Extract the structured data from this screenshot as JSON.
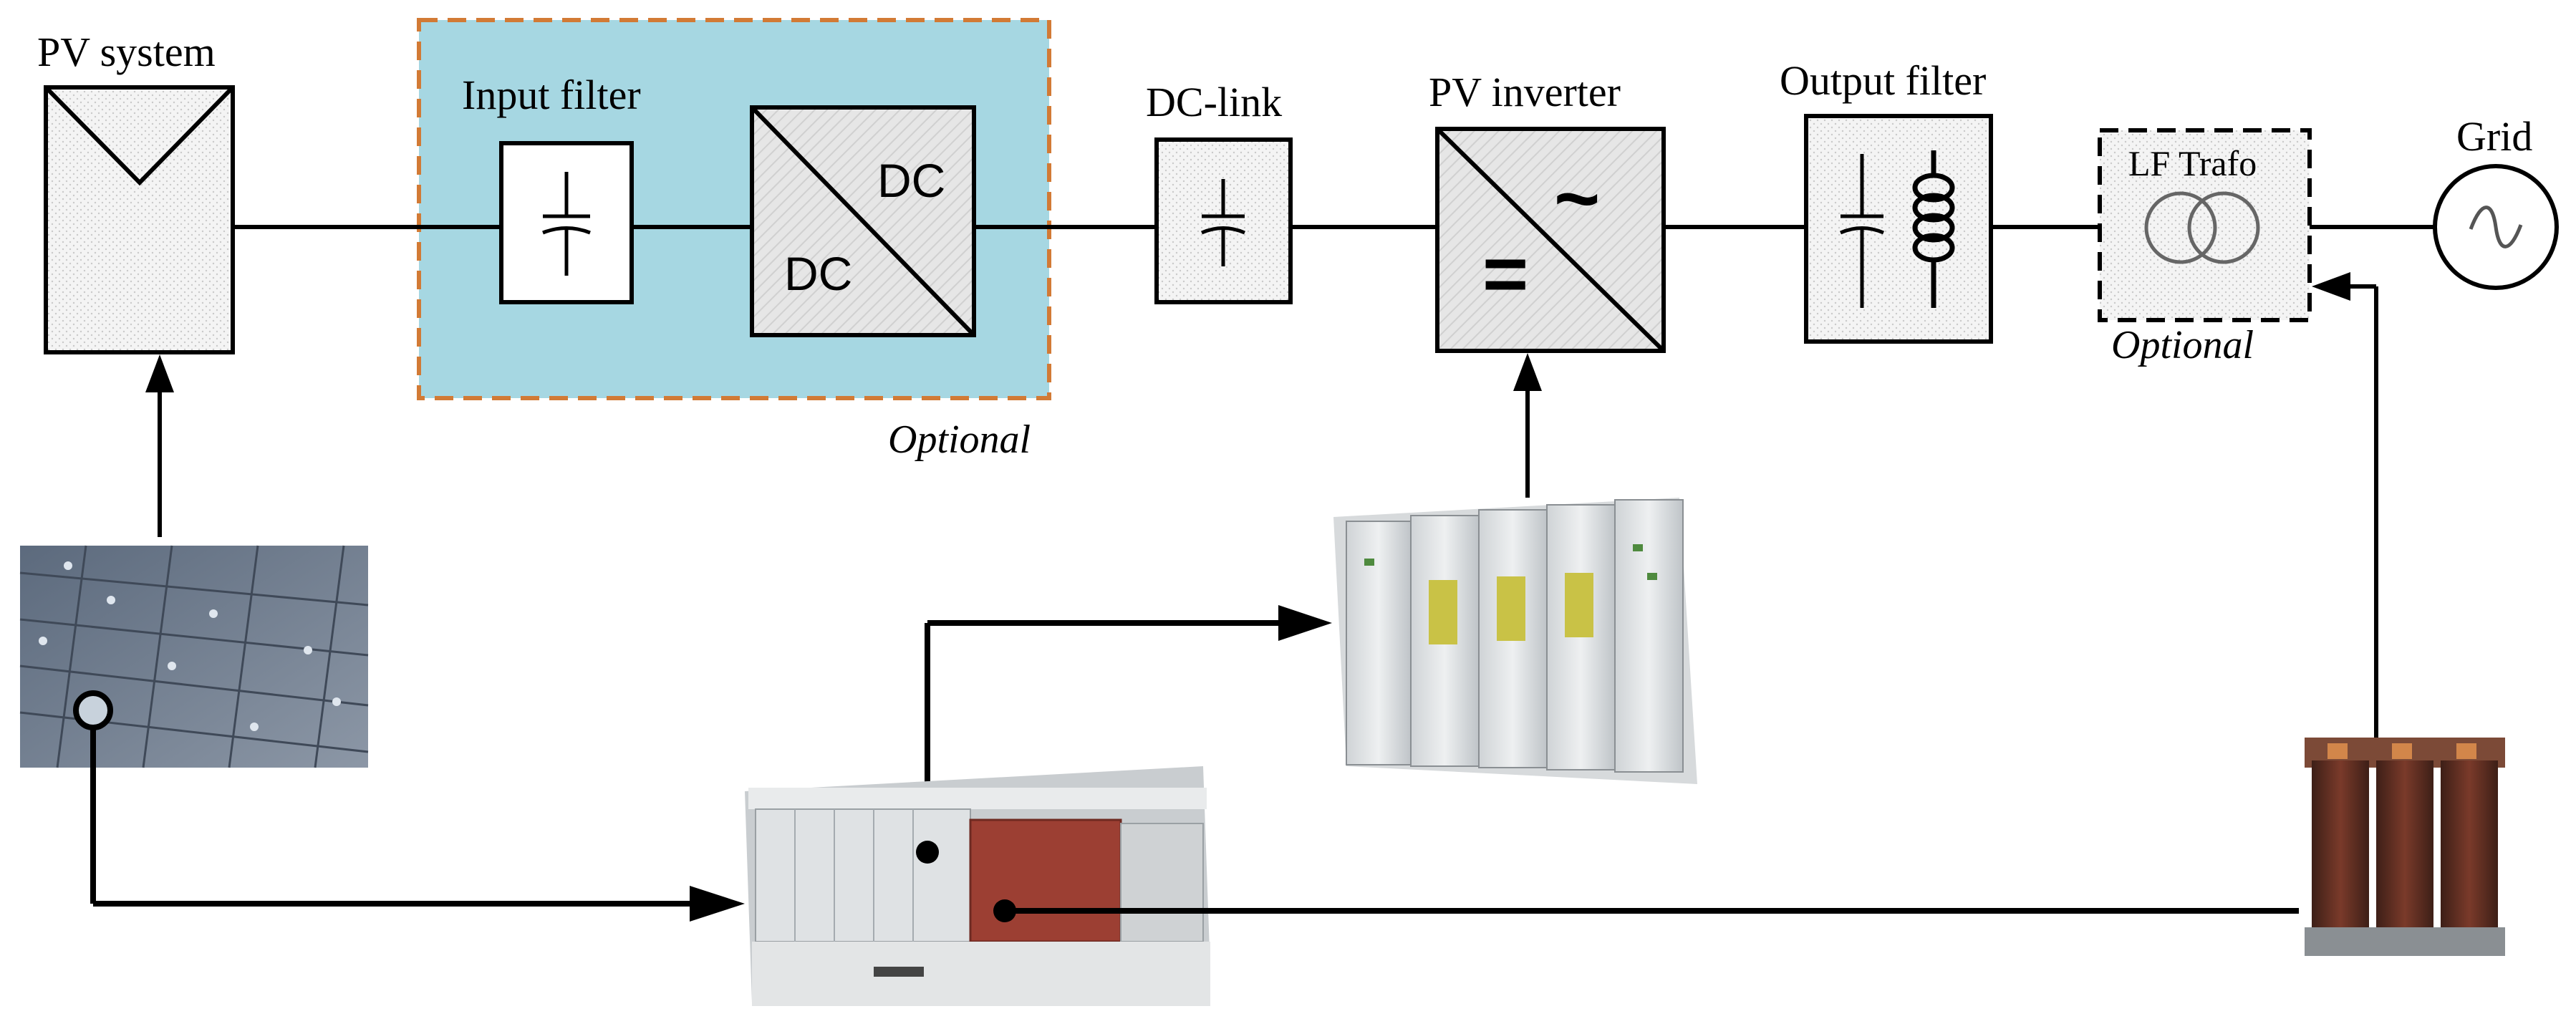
{
  "labels": {
    "pv_system": "PV system",
    "input_filter": "Input filter",
    "dc_top": "DC",
    "dc_bottom": "DC",
    "optional_main": "Optional",
    "dc_link": "DC-link",
    "pv_inverter": "PV inverter",
    "inverter_ac_symbol": "~",
    "inverter_dc_symbol": "=",
    "output_filter": "Output filter",
    "lf_trafo": "LF Trafo",
    "optional_trafo": "Optional",
    "grid": "Grid"
  },
  "photos": [
    {
      "name": "solar-panels-photo",
      "icon": "solar-panel-array"
    },
    {
      "name": "inverter-cabinet-photo",
      "icon": "inverter-cabinets"
    },
    {
      "name": "inverter-station-photo",
      "icon": "containerized-substation"
    },
    {
      "name": "transformer-photo",
      "icon": "three-phase-transformer"
    }
  ],
  "colors": {
    "optional_fill": "#a6d7e2",
    "optional_border": "#d27a35",
    "line": "#000000",
    "block_fill": "#eeeeee"
  }
}
